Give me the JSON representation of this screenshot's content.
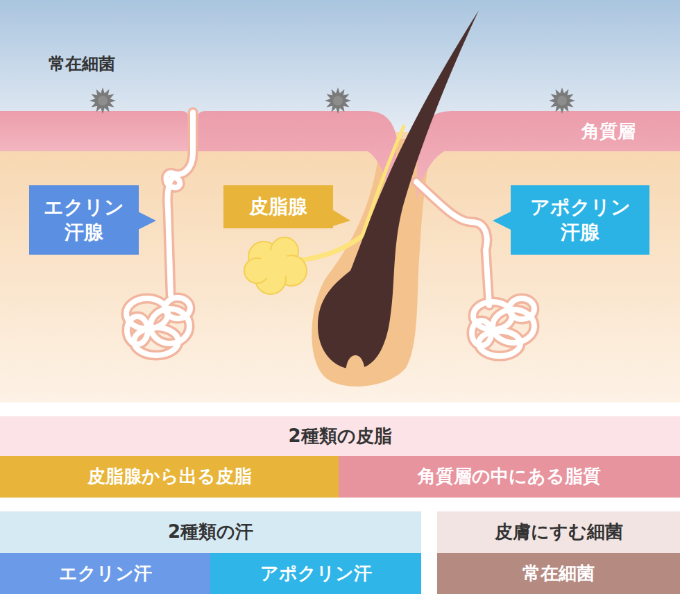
{
  "diagram": {
    "nodes": [
      {
        "text": [
          "エクリン 汗腺"
        ]
      },
      {
        "text": [
          "皮脂腺"
        ]
      },
      {
        "text": [
          "アポクリン 汗腺"
        ]
      },
      {
        "text": [
          "2種類の皮脂"
        ]
      },
      {
        "text": [
          "皮脂腺から出る皮脂"
        ]
      },
      {
        "text": [
          "角質層の中にある脂質"
        ]
      },
      {
        "text": [
          "2種類の汗"
        ]
      },
      {
        "text": [
          "エクリン汗"
        ]
      },
      {
        "text": [
          "アポクリン汗"
        ]
      },
      {
        "text": [
          "皮膚にすむ細菌"
        ]
      },
      {
        "text": [
          "常在細菌"
        ]
      }
    ],
    "labels": [
      "常在細菌",
      "角質層"
    ]
  }
}
